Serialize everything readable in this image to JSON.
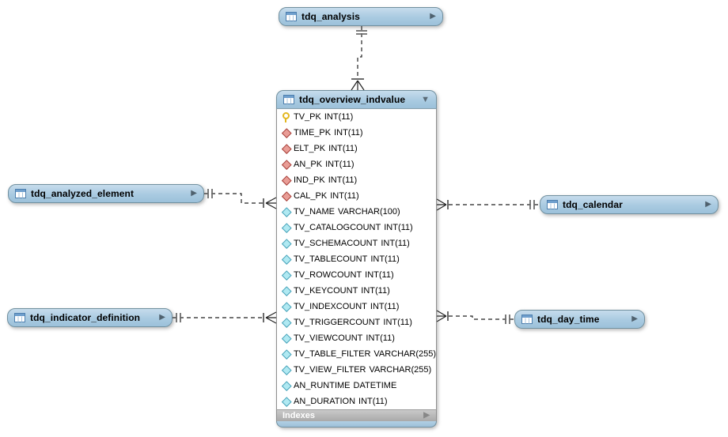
{
  "icons": {
    "right_arrow": "▶",
    "down_arrow": "▼"
  },
  "colors": {
    "table_header_fill": "#a9cae1",
    "table_border": "#71909f",
    "footer_fill": "#b5b5b5",
    "primary_key_icon": "#e3b71f",
    "foreign_key_icon": "#e99d96",
    "column_icon": "#b0e9f2",
    "connector_line": "#222222",
    "connector_marks": "#6b6b6b"
  },
  "tables": {
    "analysis": {
      "title": "tdq_analysis",
      "state": "collapsed"
    },
    "analyzed_element": {
      "title": "tdq_analyzed_element",
      "state": "collapsed"
    },
    "indicator_definition": {
      "title": "tdq_indicator_definition",
      "state": "collapsed"
    },
    "calendar": {
      "title": "tdq_calendar",
      "state": "collapsed"
    },
    "day_time": {
      "title": "tdq_day_time",
      "state": "collapsed"
    },
    "overview": {
      "title": "tdq_overview_indvalue",
      "state": "expanded",
      "footer": "Indexes",
      "columns": [
        {
          "name": "TV_PK",
          "type": "INT(11)",
          "icon": "primary-key-icon"
        },
        {
          "name": "TIME_PK",
          "type": "INT(11)",
          "icon": "foreign-key-icon"
        },
        {
          "name": "ELT_PK",
          "type": "INT(11)",
          "icon": "foreign-key-icon"
        },
        {
          "name": "AN_PK",
          "type": "INT(11)",
          "icon": "foreign-key-icon"
        },
        {
          "name": "IND_PK",
          "type": "INT(11)",
          "icon": "foreign-key-icon"
        },
        {
          "name": "CAL_PK",
          "type": "INT(11)",
          "icon": "foreign-key-icon"
        },
        {
          "name": "TV_NAME",
          "type": "VARCHAR(100)",
          "icon": "column-icon"
        },
        {
          "name": "TV_CATALOGCOUNT",
          "type": "INT(11)",
          "icon": "column-icon"
        },
        {
          "name": "TV_SCHEMACOUNT",
          "type": "INT(11)",
          "icon": "column-icon"
        },
        {
          "name": "TV_TABLECOUNT",
          "type": "INT(11)",
          "icon": "column-icon"
        },
        {
          "name": "TV_ROWCOUNT",
          "type": "INT(11)",
          "icon": "column-icon"
        },
        {
          "name": "TV_KEYCOUNT",
          "type": "INT(11)",
          "icon": "column-icon"
        },
        {
          "name": "TV_INDEXCOUNT",
          "type": "INT(11)",
          "icon": "column-icon"
        },
        {
          "name": "TV_TRIGGERCOUNT",
          "type": "INT(11)",
          "icon": "column-icon"
        },
        {
          "name": "TV_VIEWCOUNT",
          "type": "INT(11)",
          "icon": "column-icon"
        },
        {
          "name": "TV_TABLE_FILTER",
          "type": "VARCHAR(255)",
          "icon": "column-icon"
        },
        {
          "name": "TV_VIEW_FILTER",
          "type": "VARCHAR(255)",
          "icon": "column-icon"
        },
        {
          "name": "AN_RUNTIME",
          "type": "DATETIME",
          "icon": "column-icon"
        },
        {
          "name": "AN_DURATION",
          "type": "INT(11)",
          "icon": "column-icon"
        }
      ]
    }
  },
  "relationships": [
    {
      "from": "tdq_analysis",
      "to": "tdq_overview_indvalue",
      "from_cardinality": "exactly-one",
      "to_cardinality": "one-or-many",
      "line_style": "dashed"
    },
    {
      "from": "tdq_analyzed_element",
      "to": "tdq_overview_indvalue",
      "from_cardinality": "exactly-one",
      "to_cardinality": "one-or-many",
      "line_style": "dashed"
    },
    {
      "from": "tdq_indicator_definition",
      "to": "tdq_overview_indvalue",
      "from_cardinality": "exactly-one",
      "to_cardinality": "one-or-many",
      "line_style": "dashed"
    },
    {
      "from": "tdq_calendar",
      "to": "tdq_overview_indvalue",
      "from_cardinality": "exactly-one",
      "to_cardinality": "one-or-many",
      "line_style": "dashed"
    },
    {
      "from": "tdq_day_time",
      "to": "tdq_overview_indvalue",
      "from_cardinality": "exactly-one",
      "to_cardinality": "one-or-many",
      "line_style": "dashed"
    }
  ]
}
